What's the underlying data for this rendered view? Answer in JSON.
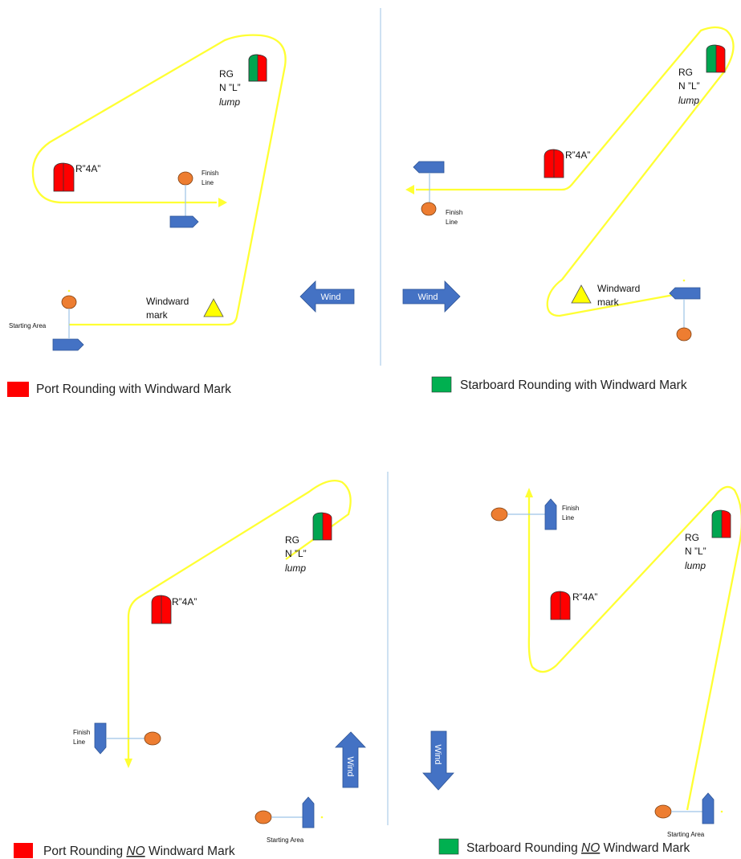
{
  "colors": {
    "course_line": "#FFFF33",
    "red_mark": "#FF0000",
    "green_mark": "#00A550",
    "orange_buoy": "#ED7D31",
    "blue_marker": "#4472C4",
    "yellow_triangle": "#FFFF00",
    "divider": "#9DC3E6"
  },
  "panels": [
    {
      "id": "port-with-windward",
      "rg_label": [
        "RG",
        "N ”L”",
        "lump"
      ],
      "r4a_label": "R”4A”",
      "finish_label": [
        "Finish",
        "Line"
      ],
      "start_label": "Starting Area",
      "windward_label": [
        "Windward",
        "mark"
      ],
      "wind_label": "Wind",
      "legend_label": "Port Rounding with Windward Mark",
      "legend_color": "#FF0000"
    },
    {
      "id": "starboard-with-windward",
      "rg_label": [
        "RG",
        "N ”L”",
        "lump"
      ],
      "r4a_label": "R”4A”",
      "finish_label": [
        "Finish",
        "Line"
      ],
      "windward_label": [
        "Windward",
        "mark"
      ],
      "wind_label": "Wind",
      "legend_label": "Starboard Rounding with Windward Mark",
      "legend_color": "#00B050"
    },
    {
      "id": "port-no-windward",
      "rg_label": [
        "RG",
        "N ”L”",
        "lump"
      ],
      "r4a_label": "R”4A”",
      "finish_label": [
        "Finish",
        "Line"
      ],
      "start_label": "Starting Area",
      "wind_label": "Wind",
      "legend_prefix": "Port Rounding ",
      "legend_emph": "NO",
      "legend_suffix": " Windward Mark",
      "legend_color": "#FF0000"
    },
    {
      "id": "starboard-no-windward",
      "rg_label": [
        "RG",
        "N ”L”",
        "lump"
      ],
      "r4a_label": "R”4A”",
      "finish_label": [
        "Finish",
        "Line"
      ],
      "start_label": "Starting Area",
      "wind_label": "Wind",
      "legend_prefix": "Starboard Rounding ",
      "legend_emph": "NO",
      "legend_suffix": " Windward Mark",
      "legend_color": "#00B050"
    }
  ]
}
